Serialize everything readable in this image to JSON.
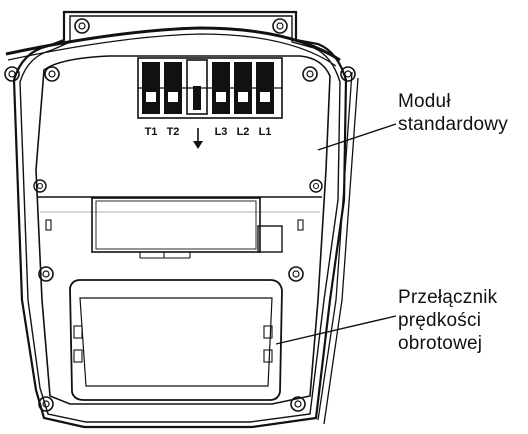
{
  "terminals": [
    "T1",
    "T2",
    "L3",
    "L2",
    "L1"
  ],
  "callouts": {
    "standard_module": [
      "Moduł",
      "standardowy"
    ],
    "speed_switch": [
      "Przełącznik",
      "prędkości",
      "obrotowej"
    ]
  },
  "colors": {
    "line": "#111111",
    "background": "#ffffff"
  }
}
